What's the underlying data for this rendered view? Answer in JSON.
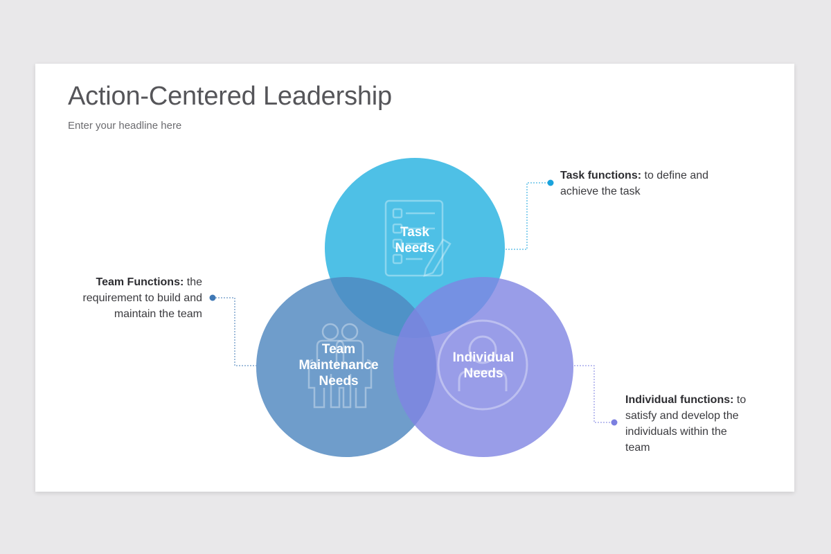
{
  "slide": {
    "title": "Action-Centered Leadership",
    "subtitle": "Enter your headline here"
  },
  "circles": {
    "task": {
      "line1": "Task",
      "line2": "Needs",
      "color": "#4ec1e6",
      "icon": "checklist-pencil-icon"
    },
    "team": {
      "line1": "Team",
      "line2": "Maintenance",
      "line3": "Needs",
      "color": "#6c9ccb",
      "icon": "people-group-icon"
    },
    "individual": {
      "line1": "Individual",
      "line2": "Needs",
      "color": "#8a8fe3",
      "icon": "person-avatar-icon"
    }
  },
  "callouts": {
    "task": {
      "heading": "Task functions:",
      "text": " to define and achieve the task",
      "dot_color": "#1aa3dc"
    },
    "team": {
      "heading": "Team Functions:",
      "text": " the requirement to build and maintain the team",
      "dot_color": "#3f78b5"
    },
    "individual": {
      "heading": "Individual functions:",
      "text": " to satisfy and develop the individuals within the team",
      "dot_color": "#7b7fe0"
    }
  }
}
